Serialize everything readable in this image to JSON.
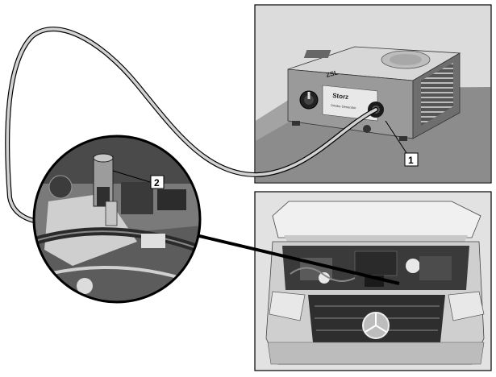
{
  "callouts": [
    {
      "id": "1",
      "label": "1"
    },
    {
      "id": "2",
      "label": "2"
    }
  ],
  "device": {
    "brand_label": "Storz",
    "panel_caption": "Smoke Generator",
    "panel_text": "ZSL"
  },
  "colors": {
    "line": "#000000",
    "panel_bg": "#dadada",
    "hose": "#cfcfcf",
    "device_body": "#8e8e8e",
    "device_top": "#d9d9d9"
  }
}
